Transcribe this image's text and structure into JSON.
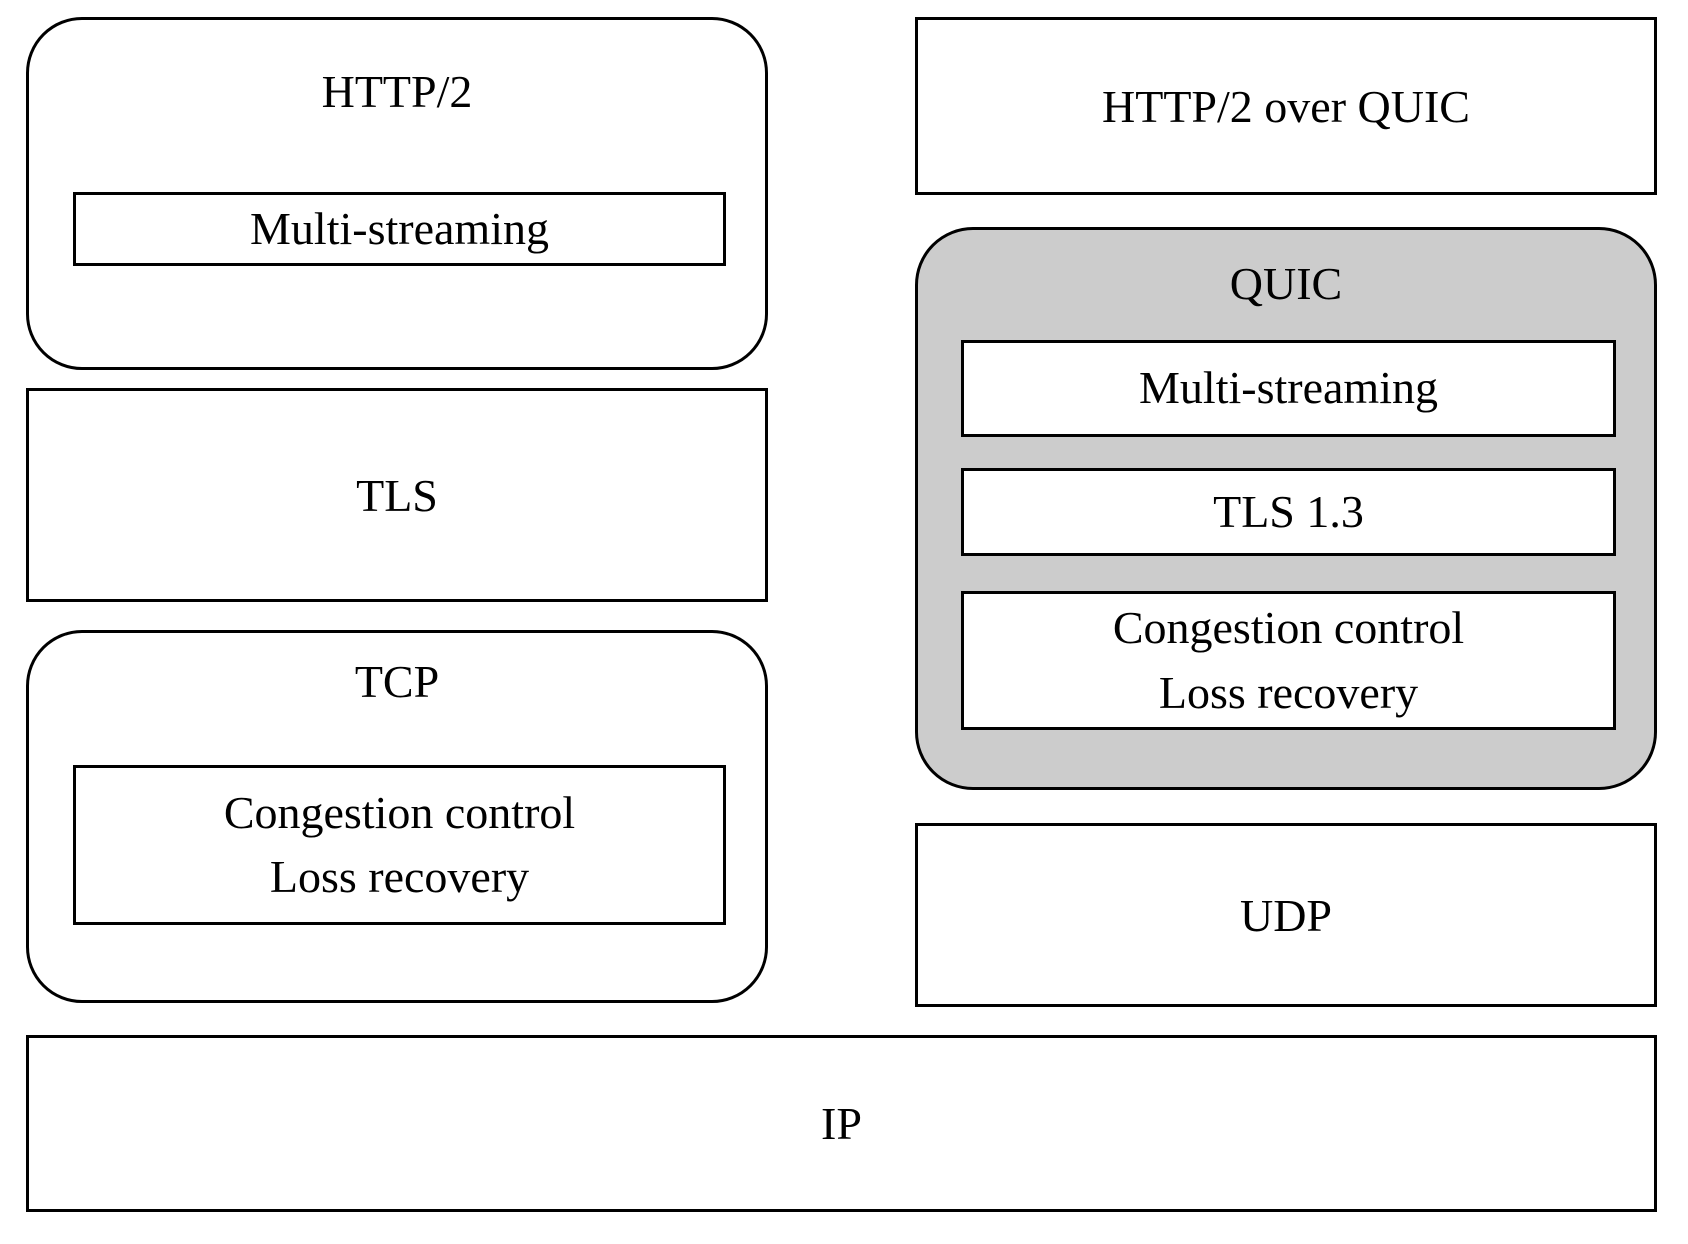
{
  "colors": {
    "background": "#ffffff",
    "stroke": "#000000",
    "text": "#000000",
    "quic_highlight_fill": "#cccccc"
  },
  "left_stack": {
    "http2": {
      "title": "HTTP/2",
      "feature": "Multi-streaming"
    },
    "tls": {
      "title": "TLS"
    },
    "tcp": {
      "title": "TCP",
      "feature": {
        "line1": "Congestion control",
        "line2": "Loss recovery"
      }
    }
  },
  "right_stack": {
    "http2_over_quic": {
      "title": "HTTP/2 over QUIC"
    },
    "quic": {
      "title": "QUIC",
      "features": {
        "multistreaming": "Multi-streaming",
        "tls13": "TLS 1.3",
        "congestion": {
          "line1": "Congestion control",
          "line2": "Loss recovery"
        }
      }
    },
    "udp": {
      "title": "UDP"
    }
  },
  "base": {
    "ip": {
      "title": "IP"
    }
  }
}
